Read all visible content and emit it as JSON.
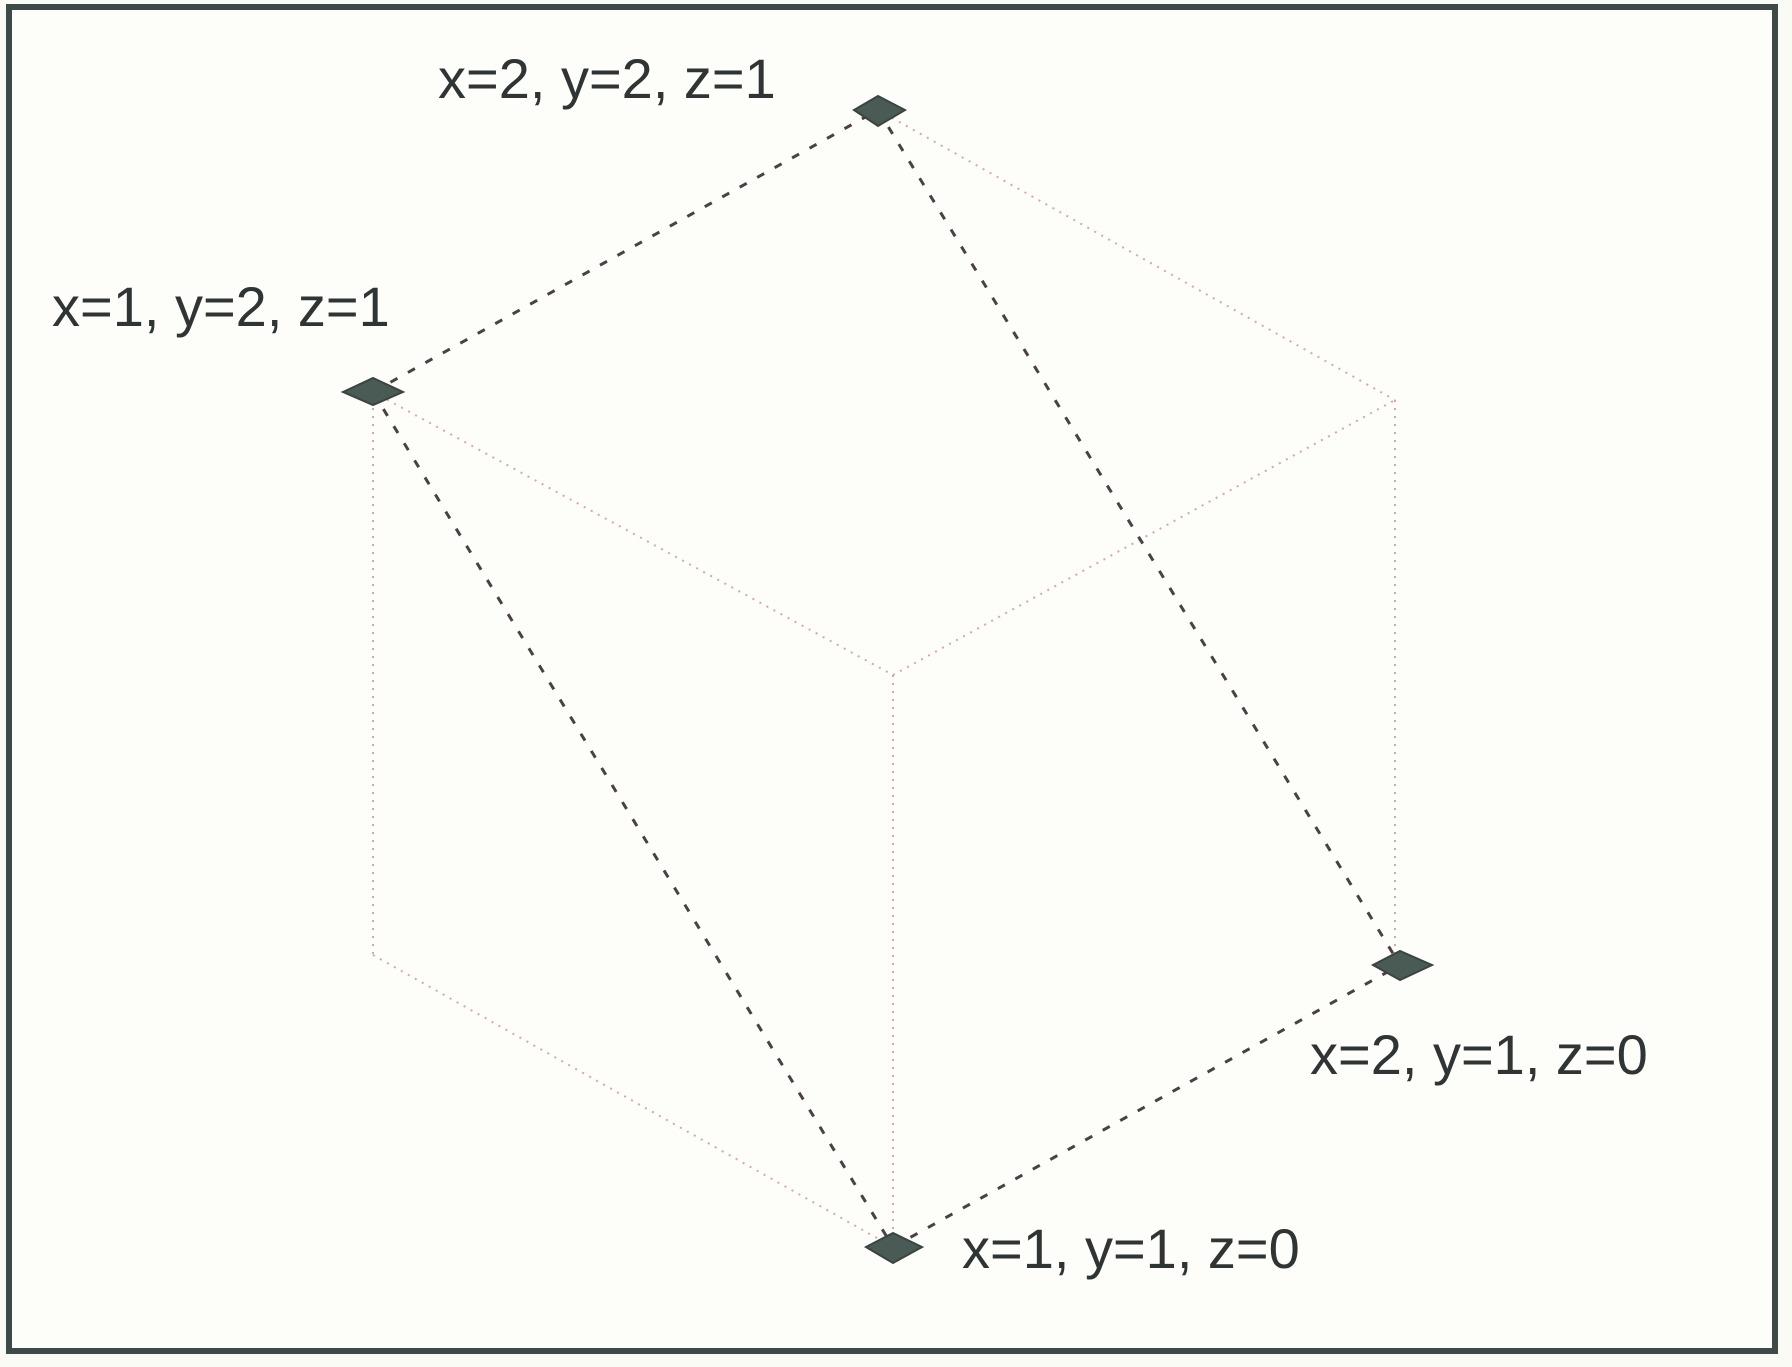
{
  "points": [
    {
      "id": "p212",
      "x": 2,
      "y": 2,
      "z": 1,
      "label": "x=2, y=2, z=1"
    },
    {
      "id": "p121",
      "x": 1,
      "y": 2,
      "z": 1,
      "label": "x=1, y=2, z=1"
    },
    {
      "id": "p210",
      "x": 2,
      "y": 1,
      "z": 0,
      "label": "x=2, y=1, z=0"
    },
    {
      "id": "p110",
      "x": 1,
      "y": 1,
      "z": 0,
      "label": "x=1, y=1, z=0"
    }
  ],
  "colors": {
    "frame": "#3e4a48",
    "marker": "#4a5a55",
    "dark_edge": "#4a4046",
    "faint_edge": "#d8a8a4",
    "text": "#2f3434"
  }
}
